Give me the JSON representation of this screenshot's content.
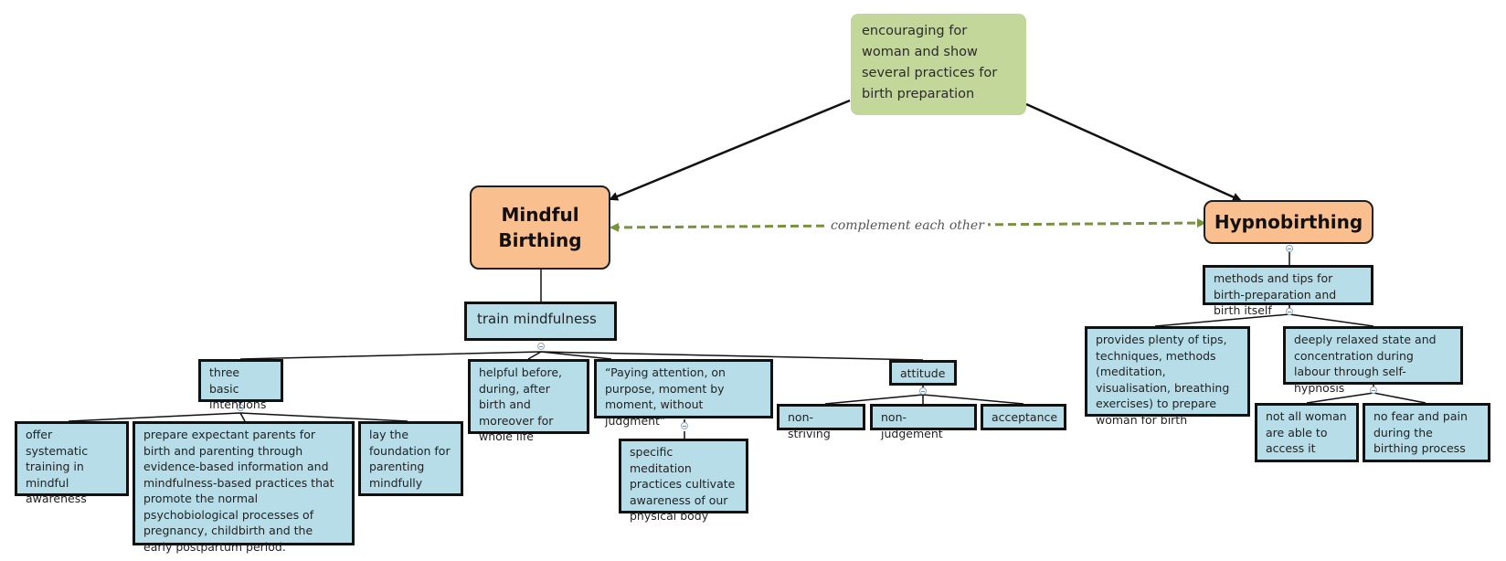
{
  "root": {
    "text": "encouraging for woman and show several practices for birth preparation"
  },
  "mindful": {
    "title": "Mindful Birthing",
    "train": "train mindfulness",
    "intentions": {
      "label": "three basic intentions",
      "items": [
        "offer systematic training in mindful awareness",
        "prepare expectant parents for birth and parenting through evidence-based information and mindfulness-based practices that promote the normal psychobiological processes of pregnancy, childbirth and the early postpartum period.",
        "lay the foundation for parenting mindfully"
      ]
    },
    "helpful": "helpful before, during, after birth and moreover for whole life",
    "quote": "“Paying attention, on purpose, moment by moment, without judgment”",
    "meditation": "specific meditation practices cultivate awareness of our physical body",
    "attitude": {
      "label": "attitude",
      "items": [
        "non-striving",
        "non-judgement",
        "acceptance"
      ]
    }
  },
  "link_label": "complement each  other",
  "hypno": {
    "title": "Hypnobirthing",
    "methods": "methods and tips for birth-preparation and birth itself",
    "tips": "provides plenty of tips, techniques, methods (meditation, visualisation, breathing exercises) to prepare woman for birth",
    "relaxed": {
      "label": "deeply relaxed state and concentration during labour through self-hypnosis",
      "items": [
        "not all woman are able to access it",
        "no fear and pain during the birthing process"
      ]
    }
  },
  "colors": {
    "root": "#c4d79b",
    "main": "#f9bf8f",
    "box": "#b7dde8",
    "dashed_link": "#77933c"
  }
}
